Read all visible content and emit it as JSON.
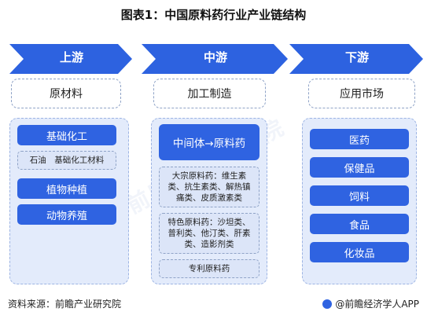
{
  "title": "图表1：中国原料药行业产业链结构",
  "stages": [
    {
      "label": "上游",
      "header": "原材料"
    },
    {
      "label": "中游",
      "header": "加工制造"
    },
    {
      "label": "下游",
      "header": "应用市场"
    }
  ],
  "upstream": {
    "items": [
      {
        "label": "基础化工",
        "style": "blue"
      },
      {
        "label": "石油　基础化工材料",
        "style": "light"
      },
      {
        "label": "植物种植",
        "style": "blue"
      },
      {
        "label": "动物养殖",
        "style": "blue"
      }
    ]
  },
  "midstream": {
    "top": "中间体→原料药",
    "items": [
      "大宗原料药：维生素类、抗生素类、解热镇痛类、皮质激素类",
      "特色原料药：沙坦类、普利类、他汀类、肝素类、造影剂类",
      "专利原料药"
    ]
  },
  "downstream": {
    "items": [
      "医药",
      "保健品",
      "饲料",
      "食品",
      "化妆品"
    ]
  },
  "footer": {
    "source": "资料来源：前瞻产业研究院",
    "brand": "@前瞻经济学人APP"
  },
  "watermark": "前瞻产业研究院",
  "colors": {
    "accent": "#2f63e1",
    "chevron": "#2d62e0",
    "panel": "#e3ebfb",
    "light_item": "#dce5f8"
  }
}
